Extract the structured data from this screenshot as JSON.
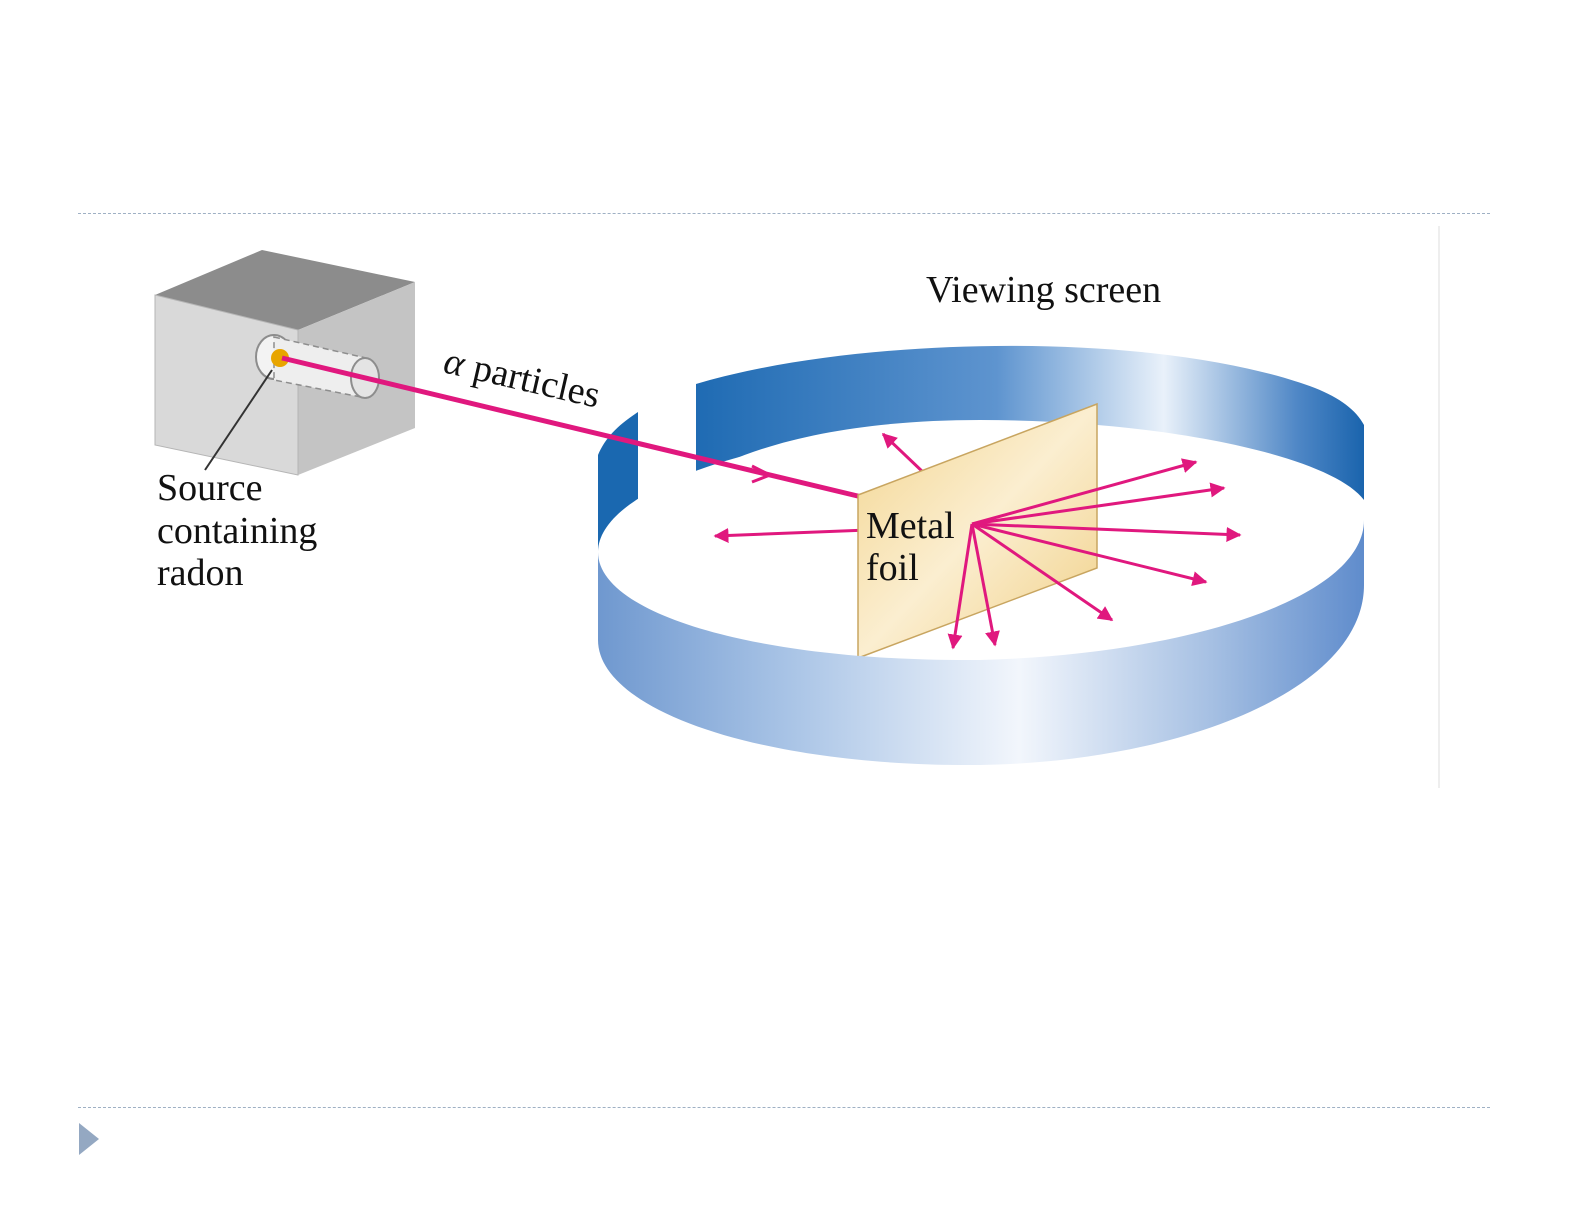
{
  "labels": {
    "viewing_screen": "Viewing screen",
    "alpha": "α",
    "particles": "particles",
    "source_line1": "Source",
    "source_line2": "containing",
    "source_line3": "radon",
    "foil_line1": "Metal",
    "foil_line2": "foil"
  },
  "colors": {
    "beam": "#e0187e",
    "screen_dark": "#1a68b0",
    "screen_light": "#e8f0fa",
    "foil": "#f6dfa8",
    "box_front": "#d6d6d6",
    "box_top": "#8a8a8a",
    "source_dot": "#e8a500",
    "bullet": "#94a8c2",
    "rule": "#9fb0c4"
  },
  "icons": {
    "bullet": "triangle-right-icon"
  }
}
